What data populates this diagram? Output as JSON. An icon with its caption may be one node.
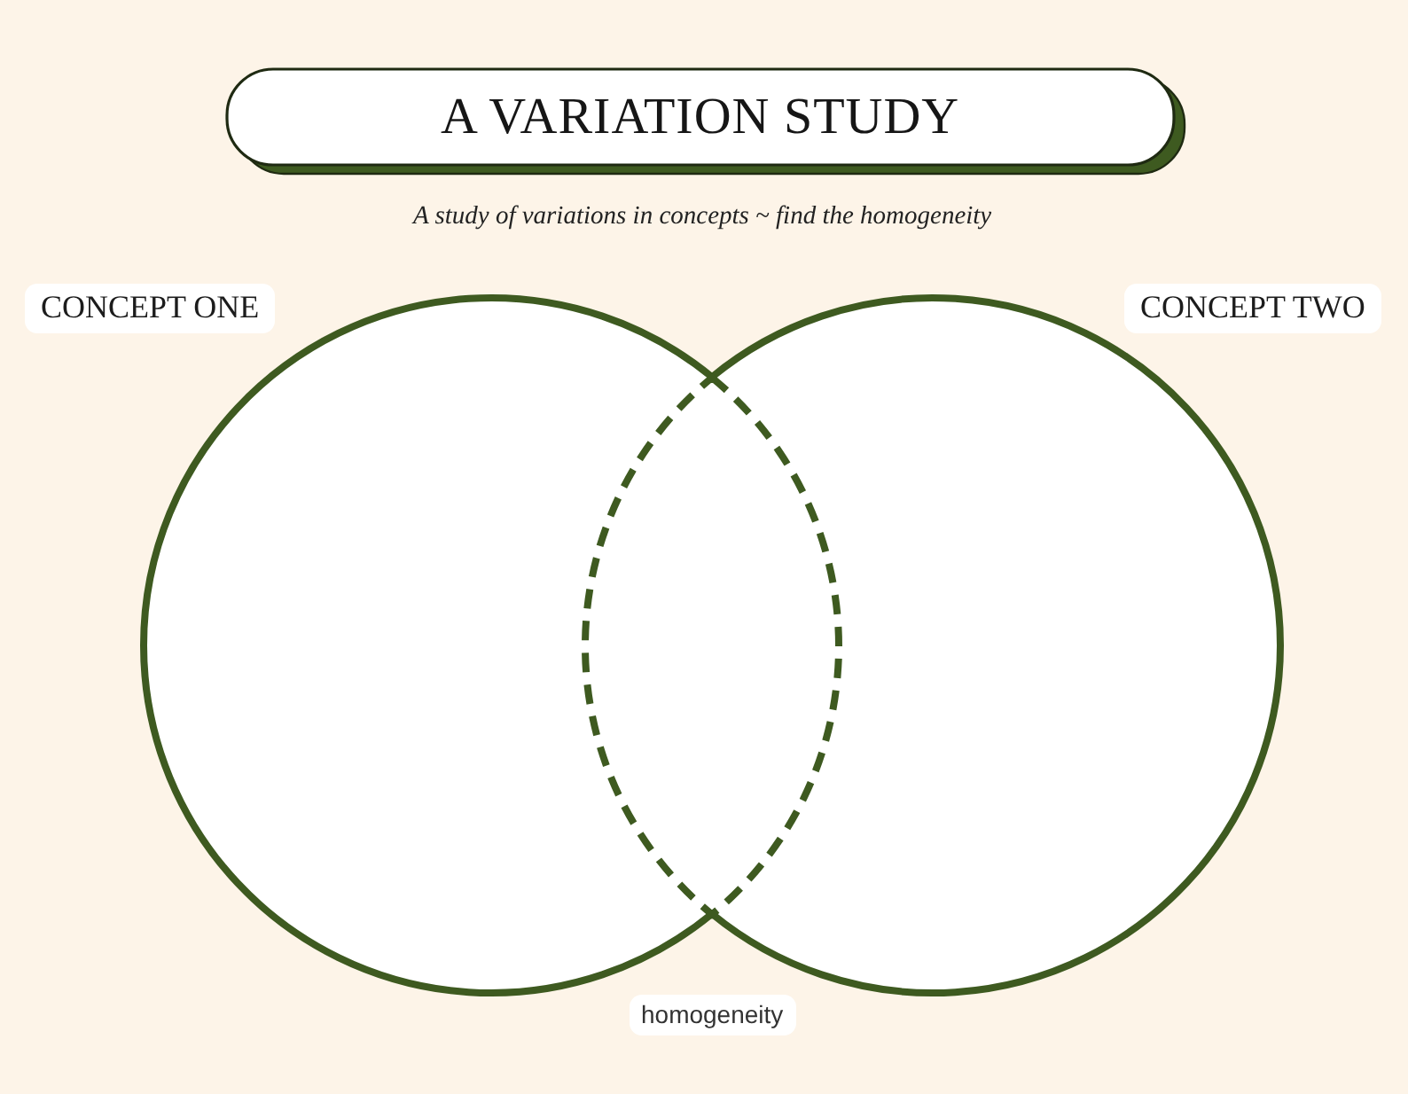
{
  "diagram": {
    "title": "A VARIATION STUDY",
    "nodes": [
      {
        "text": [
          "CONCEPT ONE"
        ]
      },
      {
        "text": [
          "CONCEPT TWO"
        ]
      },
      {
        "text": [
          "homogeneity"
        ]
      }
    ],
    "labels": [
      "A study of variations in concepts ~ find the homogeneity"
    ]
  }
}
